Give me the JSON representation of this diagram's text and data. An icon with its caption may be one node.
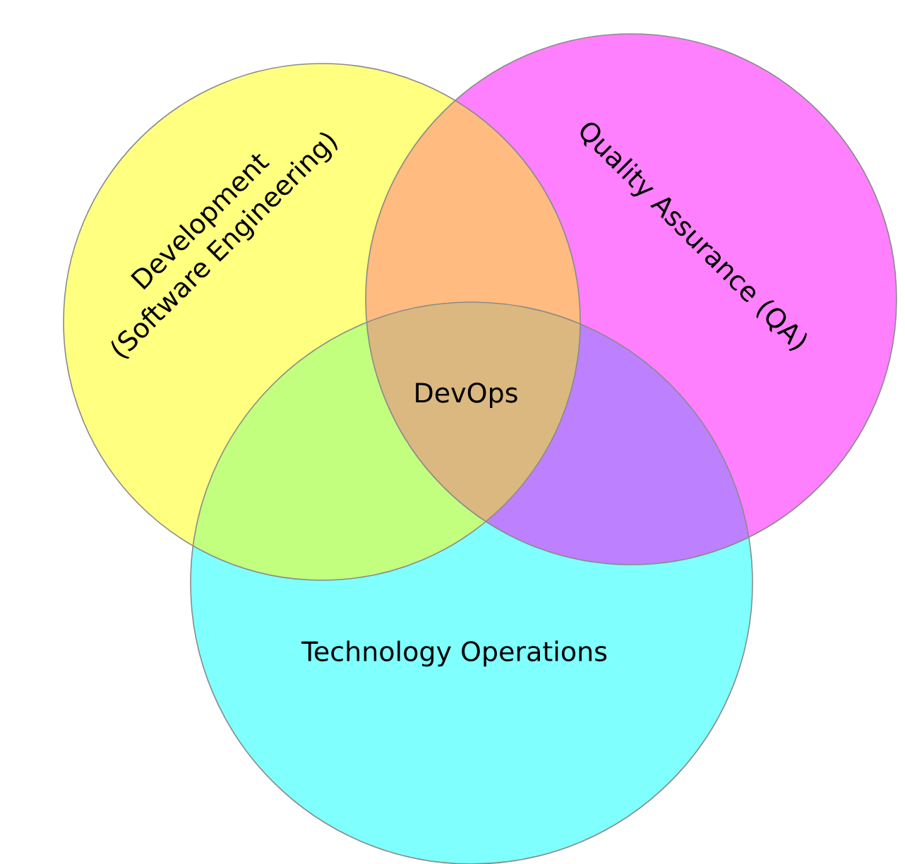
{
  "diagram": {
    "nodes": [
      {
        "text": [
          "Development",
          "(Software Engineering)"
        ]
      },
      {
        "text": [
          "Quality Assurance (QA)"
        ]
      },
      {
        "text": [
          "Technology Operations"
        ]
      },
      {
        "text": [
          "DevOps"
        ]
      }
    ]
  }
}
